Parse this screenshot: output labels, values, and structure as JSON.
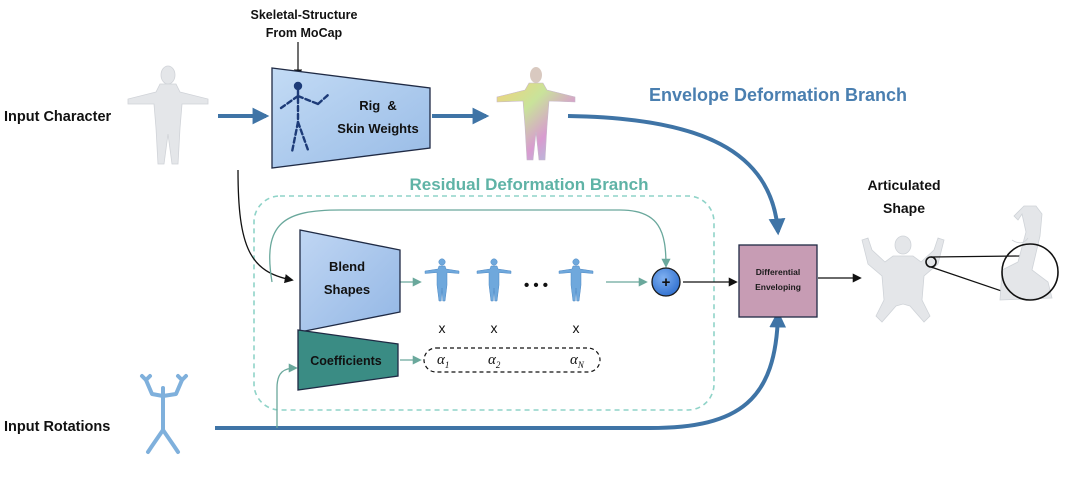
{
  "labels": {
    "input_character": "Input Character",
    "input_rotations": "Input Rotations",
    "skeletal_line1": "Skeletal-Structure",
    "skeletal_line2": "From MoCap",
    "rig_line1": "Rig  &",
    "rig_line2": "Skin Weights",
    "envelope_branch": "Envelope Deformation Branch",
    "residual_branch": "Residual Deformation Branch",
    "blend_line1": "Blend",
    "blend_line2": "Shapes",
    "coefficients": "Coefficients",
    "differential_line1": "Differential",
    "differential_line2": "Enveloping",
    "articulated_line1": "Articulated",
    "articulated_line2": "Shape",
    "multiply_1": "x",
    "multiply_2": "x",
    "multiply_3": "x",
    "ellipsis": "• • •",
    "plus": "+",
    "alpha_1_main": "α",
    "alpha_1_sub": "1",
    "alpha_2_main": "α",
    "alpha_2_sub": "2",
    "alpha_n_main": "α",
    "alpha_n_sub": "N"
  },
  "colors": {
    "main_arrow": "#3f74a6",
    "envelope_text": "#4a7fb0",
    "residual_text": "#5fb3a6",
    "residual_border": "#8fd3c8",
    "teal_arrow": "#6aa89c",
    "rig_box": "#a9c8ec",
    "blend_box": "#a9c6ec",
    "coeff_box": "#3a8c84",
    "diff_box": "#c79cb4",
    "plus_node": "#3f7fd6",
    "body_gray": "#e4e6e9",
    "body_blue": "#6fa8dc"
  },
  "icons": [
    "input-character-figure",
    "skeleton-figure",
    "skinned-character-figure",
    "blend-shape-figure",
    "input-rotations-skeleton-figure",
    "articulated-shape-figure",
    "arm-zoom-figure"
  ]
}
